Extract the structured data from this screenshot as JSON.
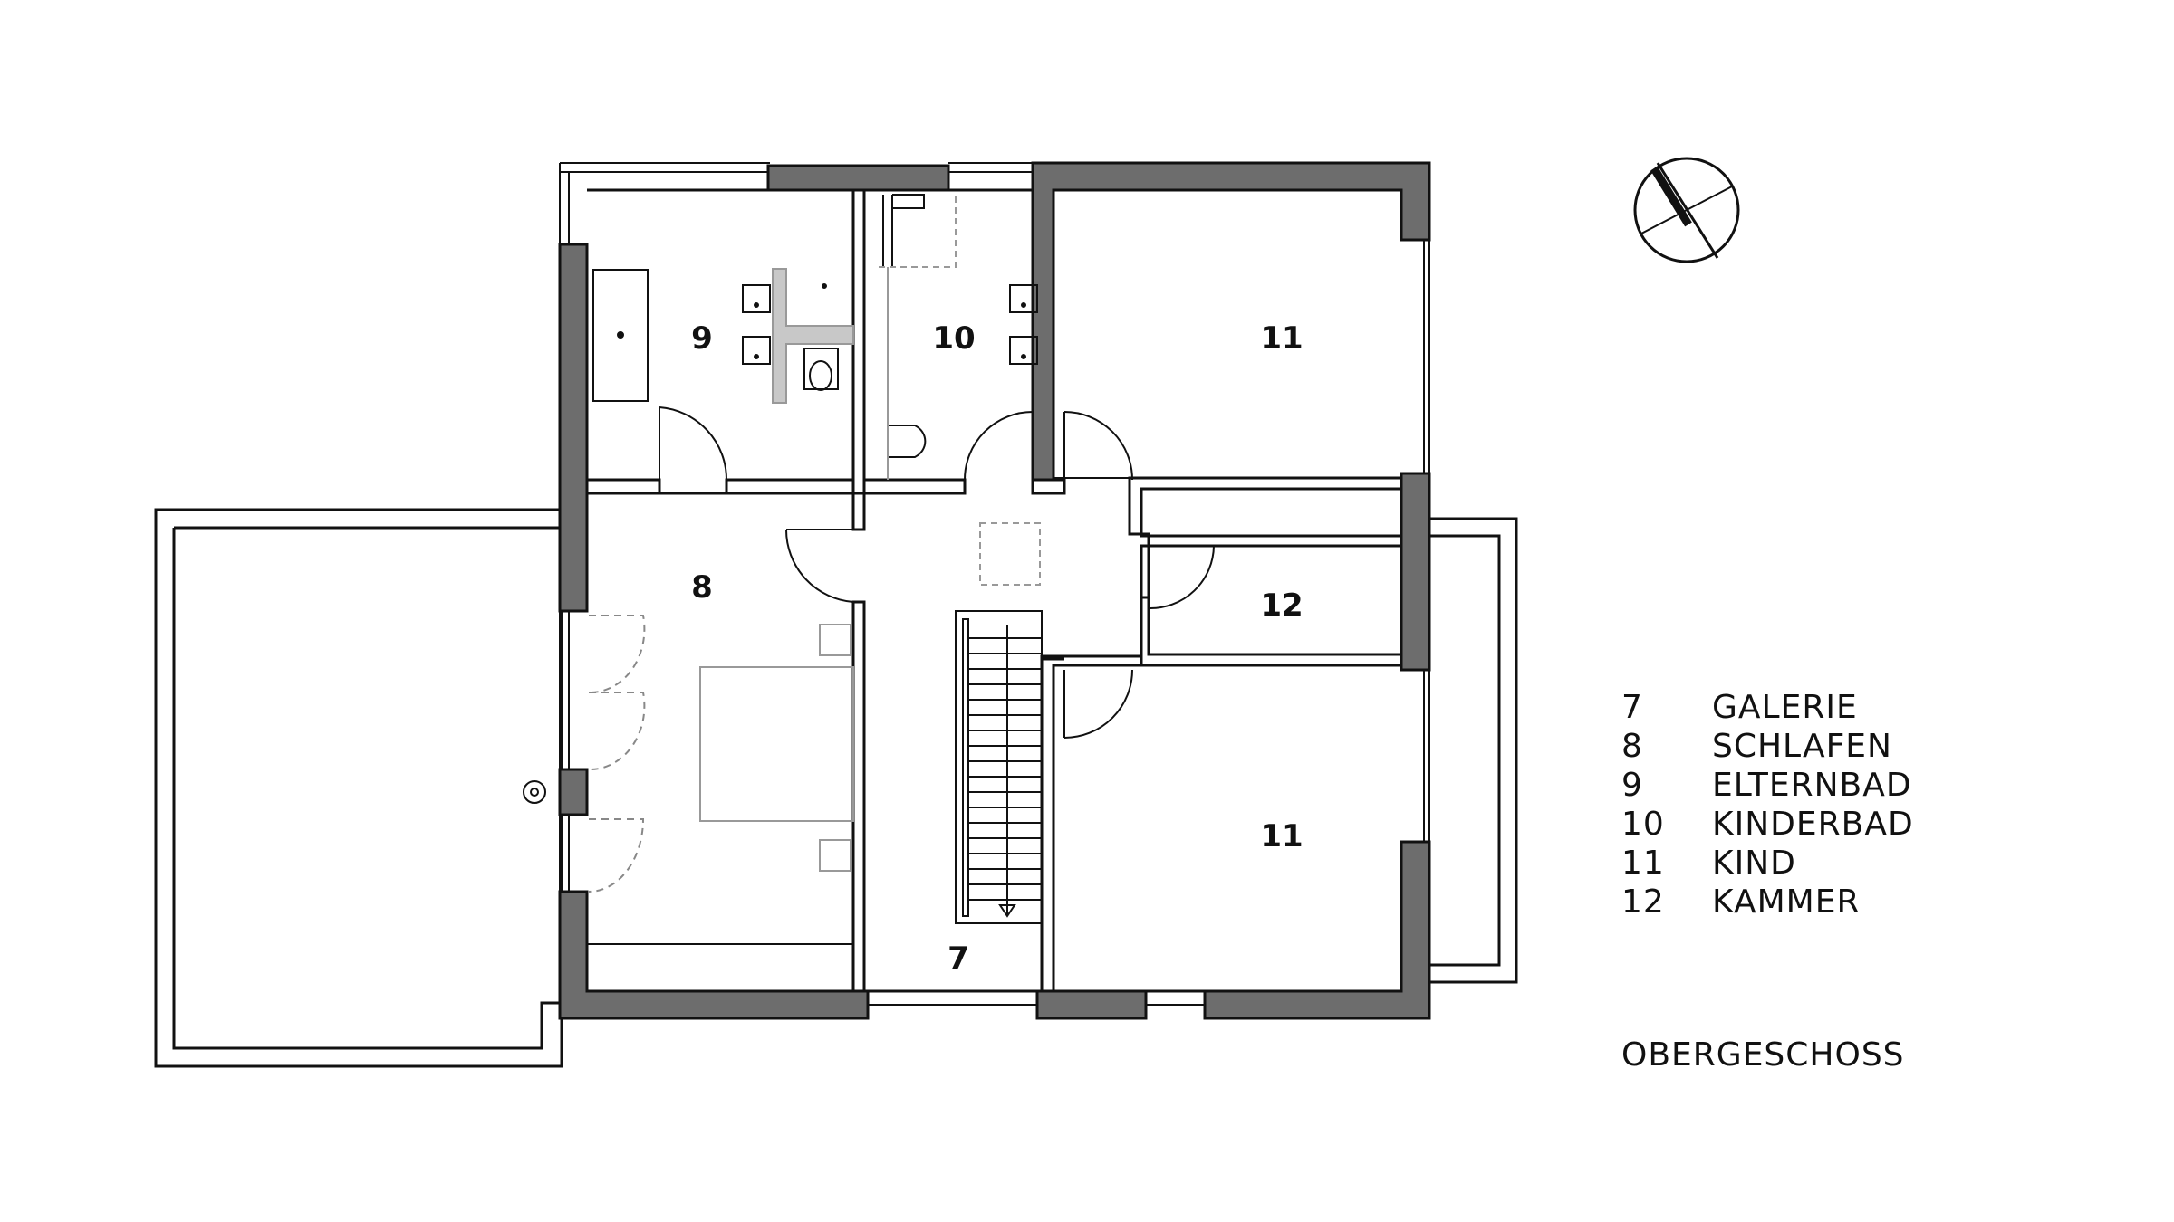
{
  "floor_title": "OBERGESCHOSS",
  "colors": {
    "wall": "#6d6d6d",
    "line": "#111111",
    "fixture": "#999999"
  },
  "rooms": [
    {
      "id": "r7",
      "number": "7"
    },
    {
      "id": "r8",
      "number": "8"
    },
    {
      "id": "r9",
      "number": "9"
    },
    {
      "id": "r10",
      "number": "10"
    },
    {
      "id": "r11a",
      "number": "11"
    },
    {
      "id": "r11b",
      "number": "11"
    },
    {
      "id": "r12",
      "number": "12"
    }
  ],
  "legend": [
    {
      "number": "7",
      "label": "GALERIE"
    },
    {
      "number": "8",
      "label": "SCHLAFEN"
    },
    {
      "number": "9",
      "label": "ELTERNBAD"
    },
    {
      "number": "10",
      "label": "KINDERBAD"
    },
    {
      "number": "11",
      "label": "KIND"
    },
    {
      "number": "12",
      "label": "KAMMER"
    }
  ],
  "icons": {
    "north_arrow": "compass-icon"
  }
}
